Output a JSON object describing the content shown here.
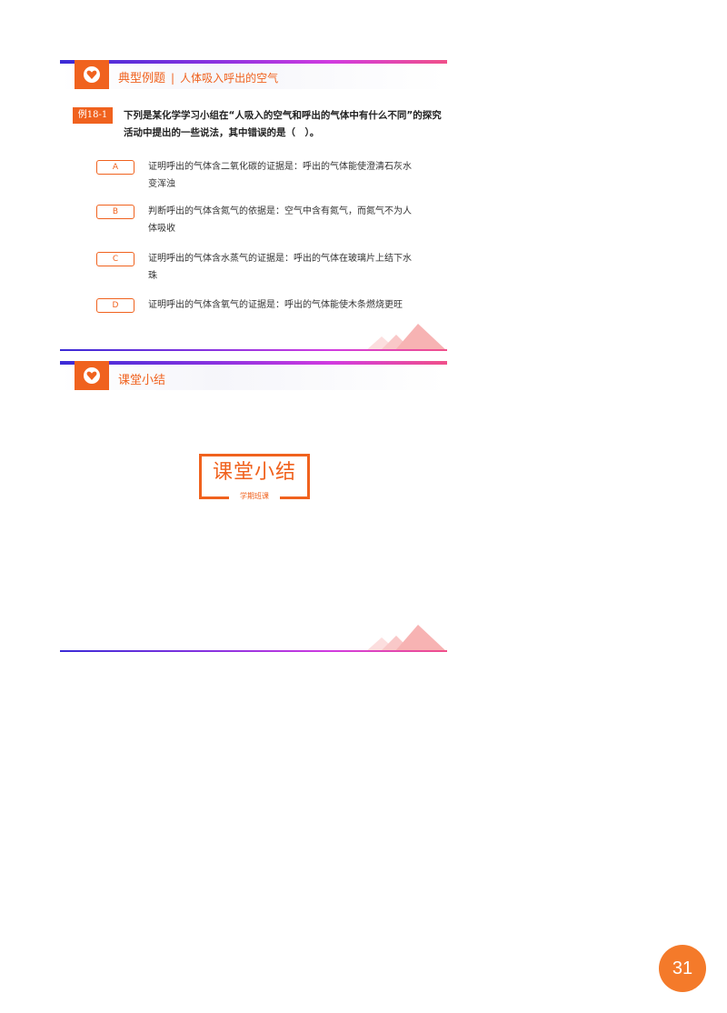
{
  "section1": {
    "category": "典型例题",
    "separator": "|",
    "topic": "人体吸入呼出的空气",
    "example_tag": "例18-1",
    "question": "下列是某化学学习小组在“人吸入的空气和呼出的气体中有什么不同”的探究活动中提出的一些说法，其中错误的是（　）。",
    "options": [
      {
        "letter": "A",
        "text": "证明呼出的气体含二氧化碳的证据是：呼出的气体能使澄清石灰水变浑浊"
      },
      {
        "letter": "B",
        "text": "判断呼出的气体含氮气的依据是：空气中含有氮气，而氮气不为人体吸收"
      },
      {
        "letter": "C",
        "text": "证明呼出的气体含水蒸气的证据是：呼出的气体在玻璃片上结下水珠"
      },
      {
        "letter": "D",
        "text": "证明呼出的气体含氧气的证据是：呼出的气体能使木条燃烧更旺"
      }
    ]
  },
  "section2": {
    "category": "课堂小结",
    "box_title": "课堂小结",
    "box_subtitle": "学期班课"
  },
  "page_number": "31",
  "colors": {
    "accent": "#f0621e",
    "line_start": "#3b2bd6",
    "line_end": "#f0508a",
    "mountain": "#f7b3b3"
  }
}
